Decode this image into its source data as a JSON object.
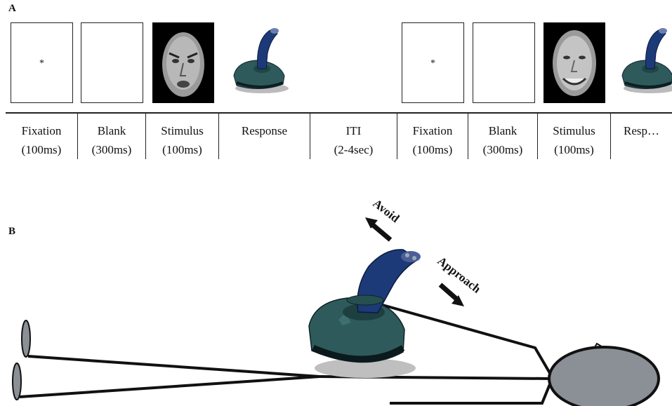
{
  "panel_a": {
    "label": "A",
    "fixation_symbol": "*",
    "timeline": [
      {
        "name": "Fixation",
        "duration": "(100ms)"
      },
      {
        "name": "Blank",
        "duration": "(300ms)"
      },
      {
        "name": "Stimulus",
        "duration": "(100ms)"
      },
      {
        "name": "Response",
        "duration": ""
      },
      {
        "name": "ITI",
        "duration": "(2-4sec)"
      },
      {
        "name": "Fixation",
        "duration": "(100ms)"
      },
      {
        "name": "Blank",
        "duration": "(300ms)"
      },
      {
        "name": "Stimulus",
        "duration": "(100ms)"
      },
      {
        "name": "Resp…",
        "duration": ""
      }
    ]
  },
  "panel_b": {
    "label": "B",
    "avoid_label": "Avoid",
    "approach_label": "Approach"
  },
  "colors": {
    "joystick_base": "#2f5a5c",
    "joystick_handle": "#1d3a78",
    "figure_gray": "#8a9096"
  }
}
